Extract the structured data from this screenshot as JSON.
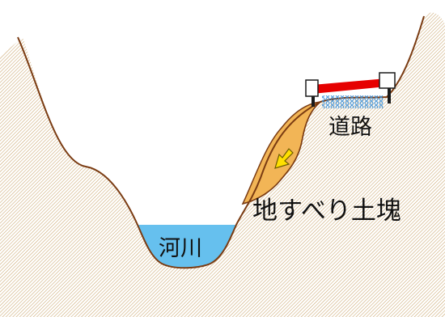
{
  "labels": {
    "road": "道路",
    "landslide_mass": "地すべり土塊",
    "river": "河川"
  },
  "colors": {
    "ground_hatch": "#c9a46c",
    "ground_background": "#ffffff",
    "terrain_line": "#7a3b12",
    "landslide_fill": "#f2b556",
    "river_fill": "#66c0ee",
    "bridge_deck": "#e60000",
    "bridge_piers": "#1a1a1a",
    "bridge_abutments": "#ffffff",
    "gabion": "#3a8fd8",
    "arrow_fill": "#ffe000",
    "arrow_stroke": "#6b5a00"
  }
}
